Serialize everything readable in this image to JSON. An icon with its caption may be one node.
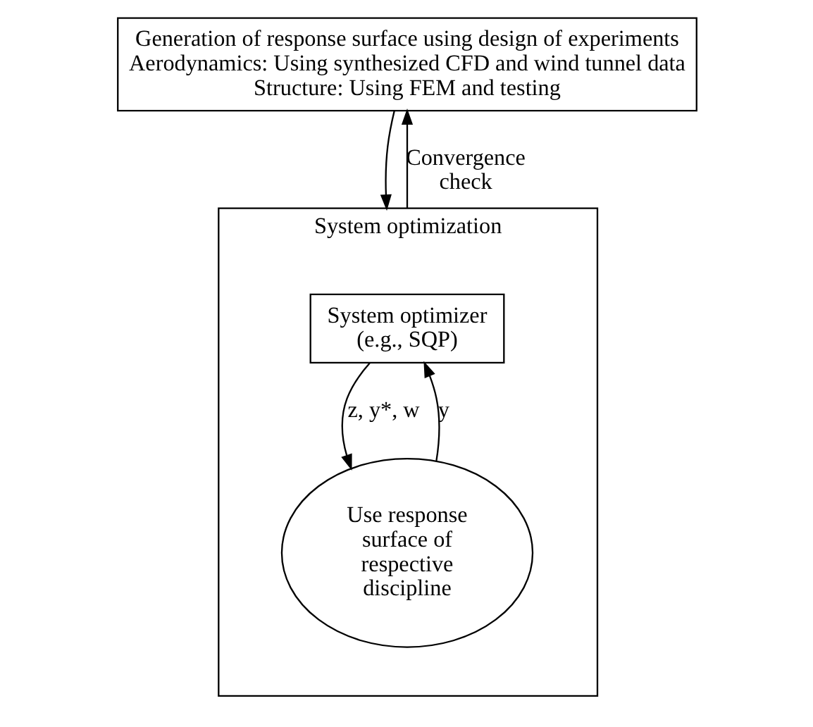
{
  "diagram": {
    "nodes": [
      {
        "text": [
          "Generation of response surface using design of experiments",
          "Aerodynamics: Using synthesized CFD and wind tunnel data",
          "Structure: Using FEM and testing"
        ]
      },
      {
        "text": [
          "System optimization"
        ]
      },
      {
        "text": [
          "System optimizer (e.g., SQP)"
        ],
        "in": 1
      },
      {
        "text": [
          "Use response surface of respective discipline"
        ],
        "in": 1
      }
    ],
    "edges": [
      {
        "from": 0,
        "to": 1,
        "arrow": "to"
      },
      {
        "from": 1,
        "to": 0,
        "arrow": "to",
        "label": "Convergence check"
      },
      {
        "from": 2,
        "to": 3,
        "arrow": "to",
        "label": "z, y*, w"
      },
      {
        "from": 3,
        "to": 2,
        "arrow": "to",
        "label": "y"
      }
    ]
  }
}
